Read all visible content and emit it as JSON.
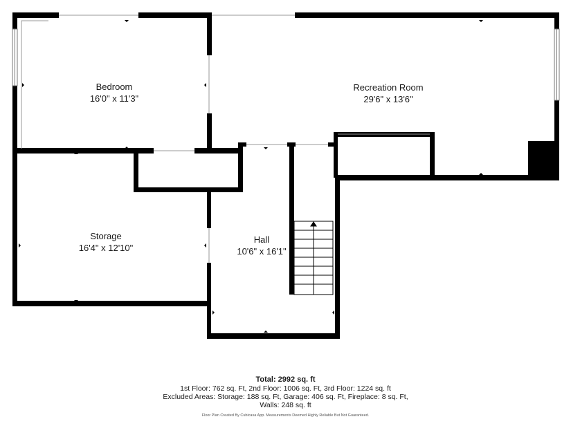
{
  "rooms": {
    "bedroom": {
      "name": "Bedroom",
      "dims": "16'0\" x 11'3\""
    },
    "recreation": {
      "name": "Recreation Room",
      "dims": "29'6\" x 13'6\""
    },
    "storage": {
      "name": "Storage",
      "dims": "16'4\" x 12'10\""
    },
    "hall": {
      "name": "Hall",
      "dims": "10'6\" x 16'1\""
    }
  },
  "footer": {
    "total": "Total: 2992 sq. ft",
    "floors": "1st Floor: 762 sq. Ft, 2nd Floor: 1006 sq. Ft, 3rd Floor: 1224 sq. ft",
    "excluded": "Excluded Areas: Storage: 188 sq. Ft, Garage: 406 sq. Ft, Fireplace: 8 sq. Ft,",
    "walls": "Walls: 248 sq. ft",
    "credit": "Floor Plan Created By Cubicasa App. Measurements Deemed Highly Reliable But Not Guaranteed."
  },
  "colors": {
    "wall": "#000000",
    "background": "#ffffff",
    "opening": "#ffffff"
  }
}
